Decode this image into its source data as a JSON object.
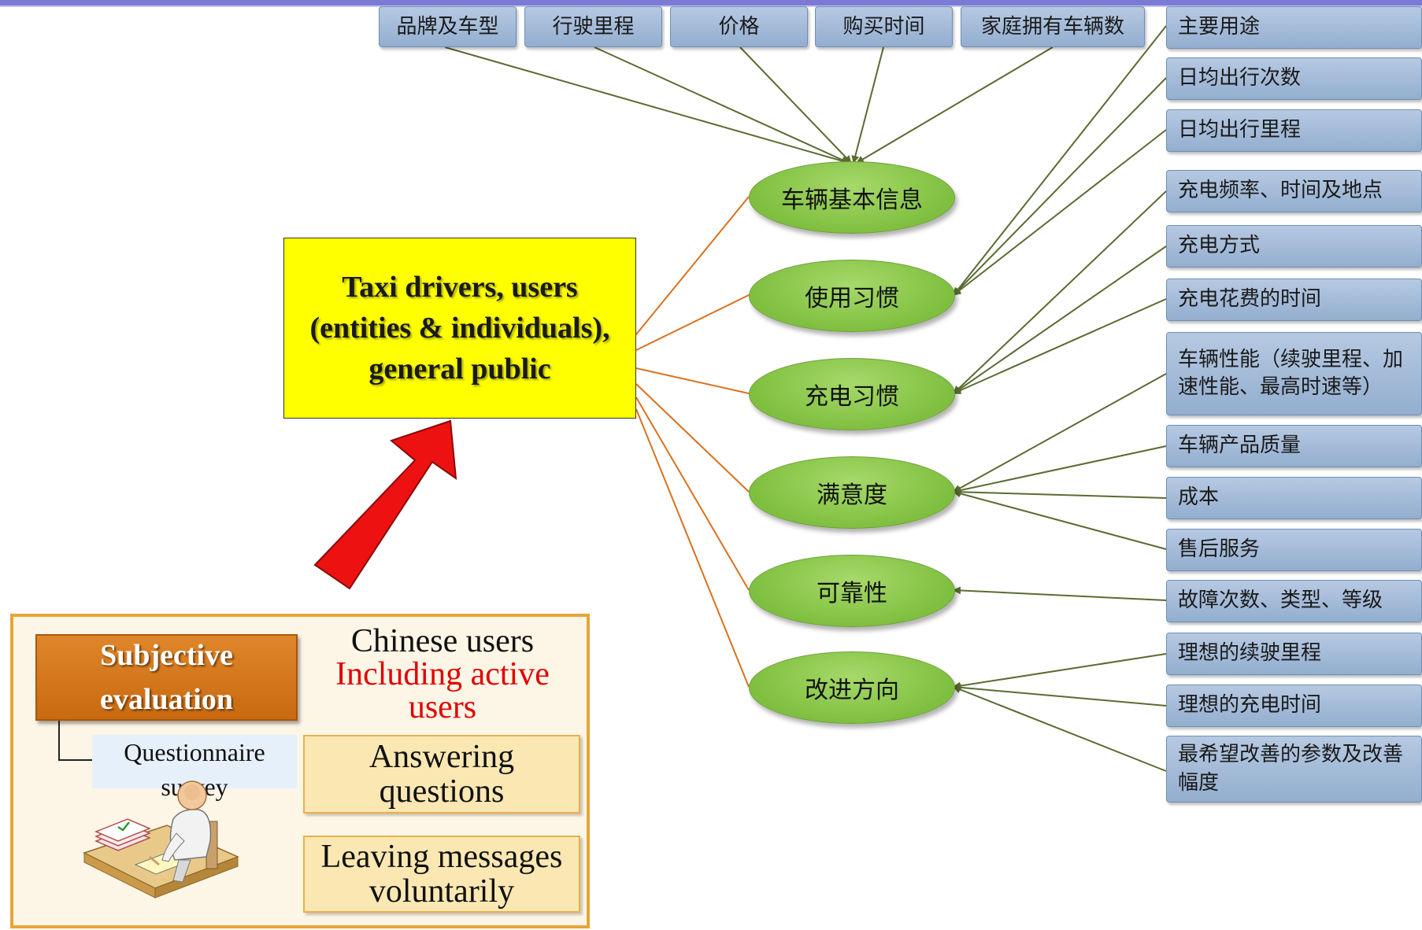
{
  "top_attributes": [
    "品牌及车型",
    "行驶里程",
    "价格",
    "购买时间",
    "家庭拥有车辆数"
  ],
  "right_attributes": [
    "主要用途",
    "日均出行次数",
    "日均出行里程",
    "充电频率、时间及地点",
    "充电方式",
    "充电花费的时间",
    "车辆性能（续驶里程、加速性能、最高时速等）",
    "车辆产品质量",
    "成本",
    "售后服务",
    "故障次数、类型、等级",
    "理想的续驶里程",
    "理想的充电时间",
    "最希望改善的参数及改善幅度"
  ],
  "categories": [
    "车辆基本信息",
    "使用习惯",
    "充电习惯",
    "满意度",
    "可靠性",
    "改进方向"
  ],
  "target_text": "Taxi drivers, users (entities & individuals), general public",
  "panel": {
    "subjective_label": "Subjective evaluation",
    "questionnaire_label": "Questionnaire survey",
    "chinese_users": "Chinese users",
    "including_active": "Including active users",
    "answering": "Answering questions",
    "leaving": "Leaving messages voluntarily"
  },
  "colors": {
    "top_bar": "#7b7bd6",
    "attribute_box": "#a9c0dd",
    "category_oval": "#8cc63f",
    "target_box": "#ffff00",
    "orange_links": "#d9711f",
    "olive_arrows": "#5a6b32",
    "big_arrow": "#ee1111",
    "panel_border": "#e8a538",
    "subjective_box": "#d97a1e"
  }
}
